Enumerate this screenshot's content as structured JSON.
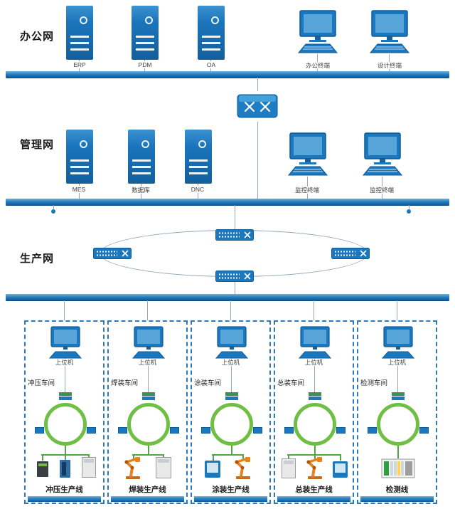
{
  "diagram": {
    "layers": {
      "office": "办公网",
      "management": "管理网",
      "production": "生产网"
    },
    "office": {
      "servers": [
        {
          "label": "ERP"
        },
        {
          "label": "PDM"
        },
        {
          "label": "OA"
        }
      ],
      "terminals": [
        {
          "label": "办公终端"
        },
        {
          "label": "设计终端"
        }
      ]
    },
    "management": {
      "servers": [
        {
          "label": "MES"
        },
        {
          "label": "数据库"
        },
        {
          "label": "DNC"
        }
      ],
      "terminals": [
        {
          "label": "监控终端"
        },
        {
          "label": "监控终端"
        }
      ]
    },
    "workshops": [
      {
        "name": "冲压车间",
        "host": "上位机",
        "line": "冲压生产线"
      },
      {
        "name": "焊装车间",
        "host": "上位机",
        "line": "焊装生产线"
      },
      {
        "name": "涂装车间",
        "host": "上位机",
        "line": "涂装生产线"
      },
      {
        "name": "总装车间",
        "host": "上位机",
        "line": "总装生产线"
      },
      {
        "name": "检测车间",
        "host": "上位机",
        "line": "检测线"
      }
    ],
    "colors": {
      "device_blue": "#1b78be",
      "bus_blue": "#1467a8",
      "ring_green": "#6fbf44",
      "dashed_border": "#2e78bc",
      "robot_orange": "#e8821e"
    }
  }
}
